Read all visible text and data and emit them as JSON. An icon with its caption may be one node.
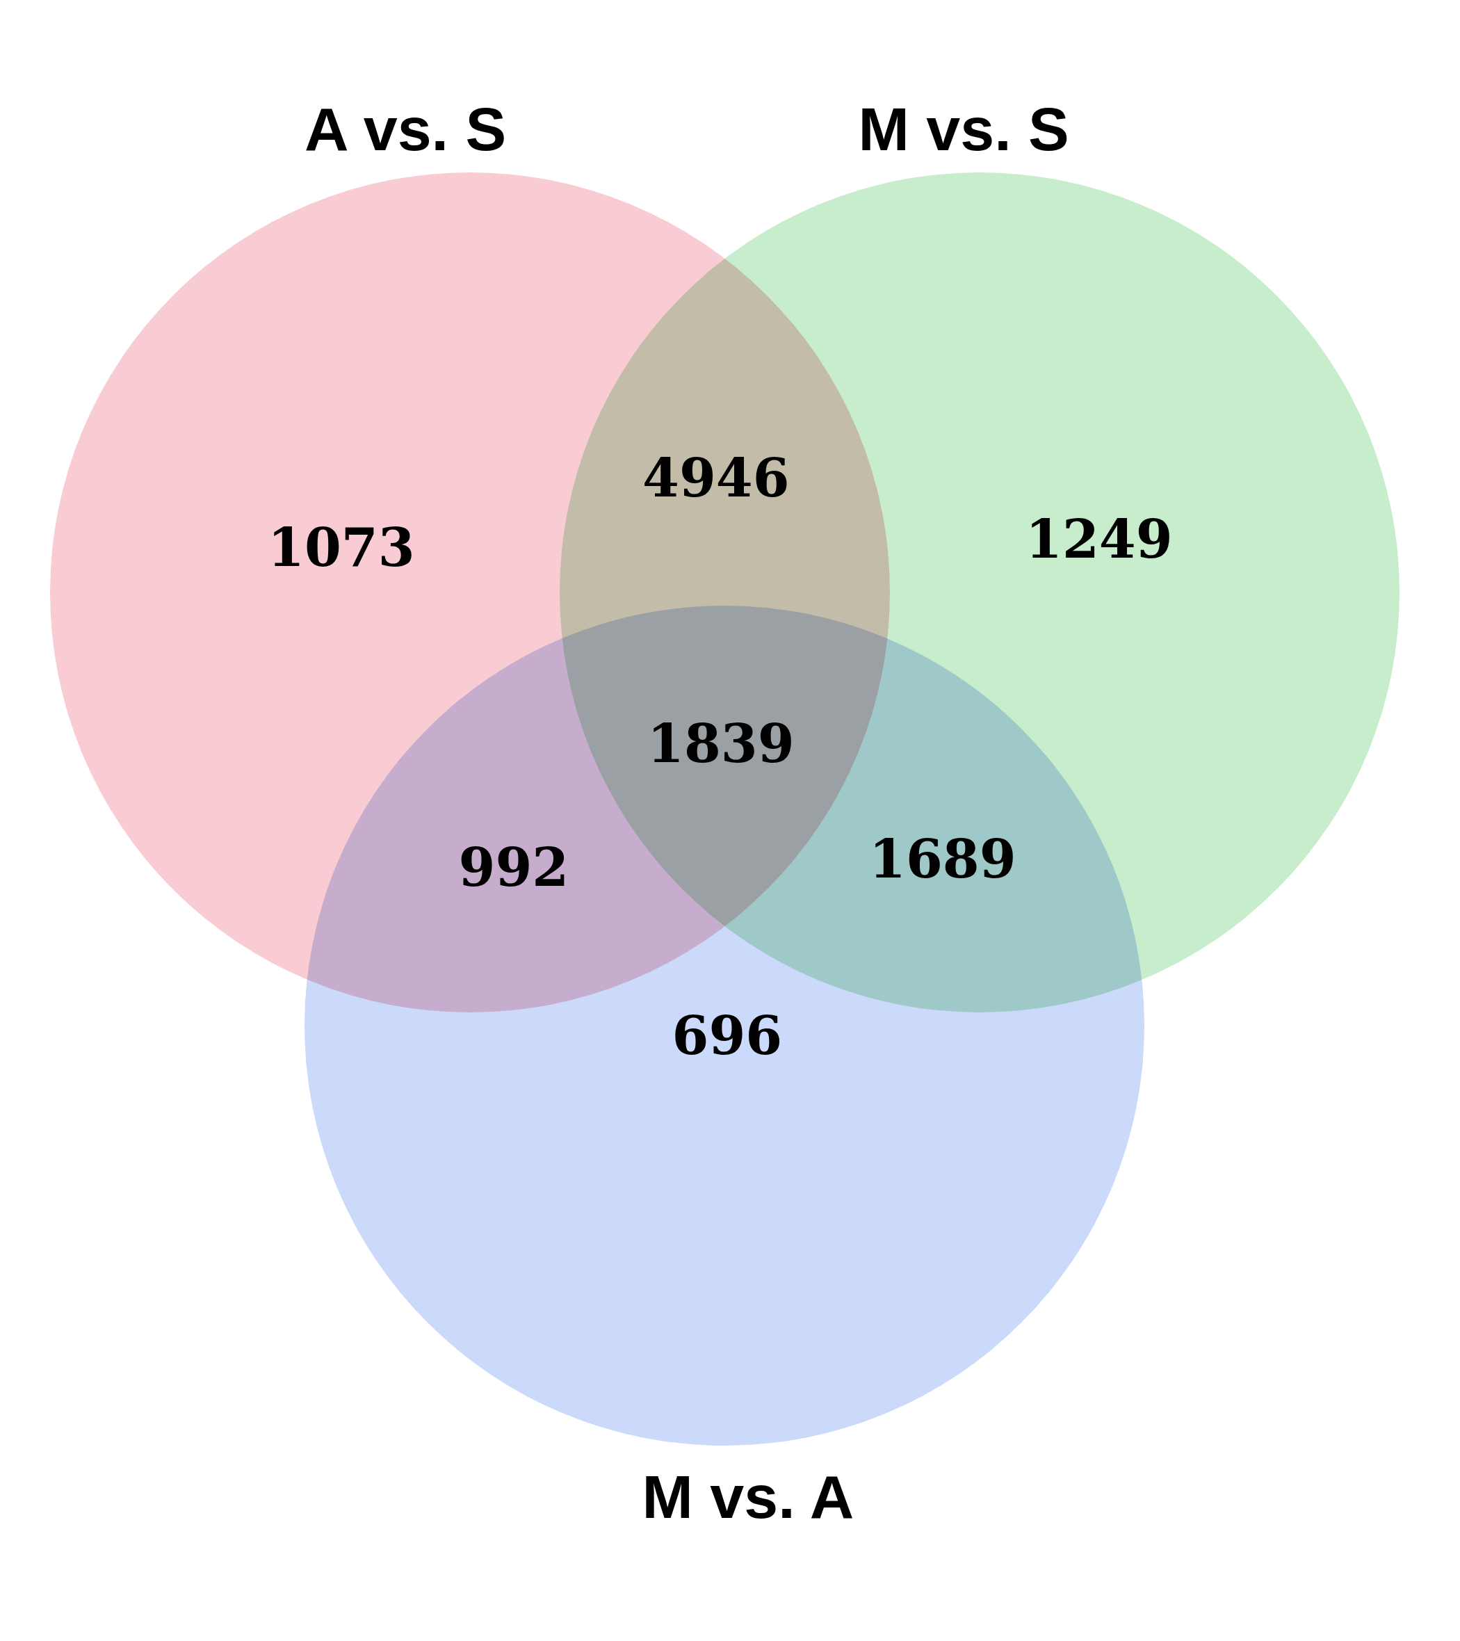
{
  "diagram": {
    "nodes": [
      {
        "text": [
          "A vs. S"
        ]
      },
      {
        "text": [
          "M vs. S"
        ]
      },
      {
        "text": [
          "M vs. A"
        ]
      }
    ],
    "labels": [
      "4946",
      "1073",
      "1249",
      "1839",
      "992",
      "1689",
      "696"
    ]
  }
}
